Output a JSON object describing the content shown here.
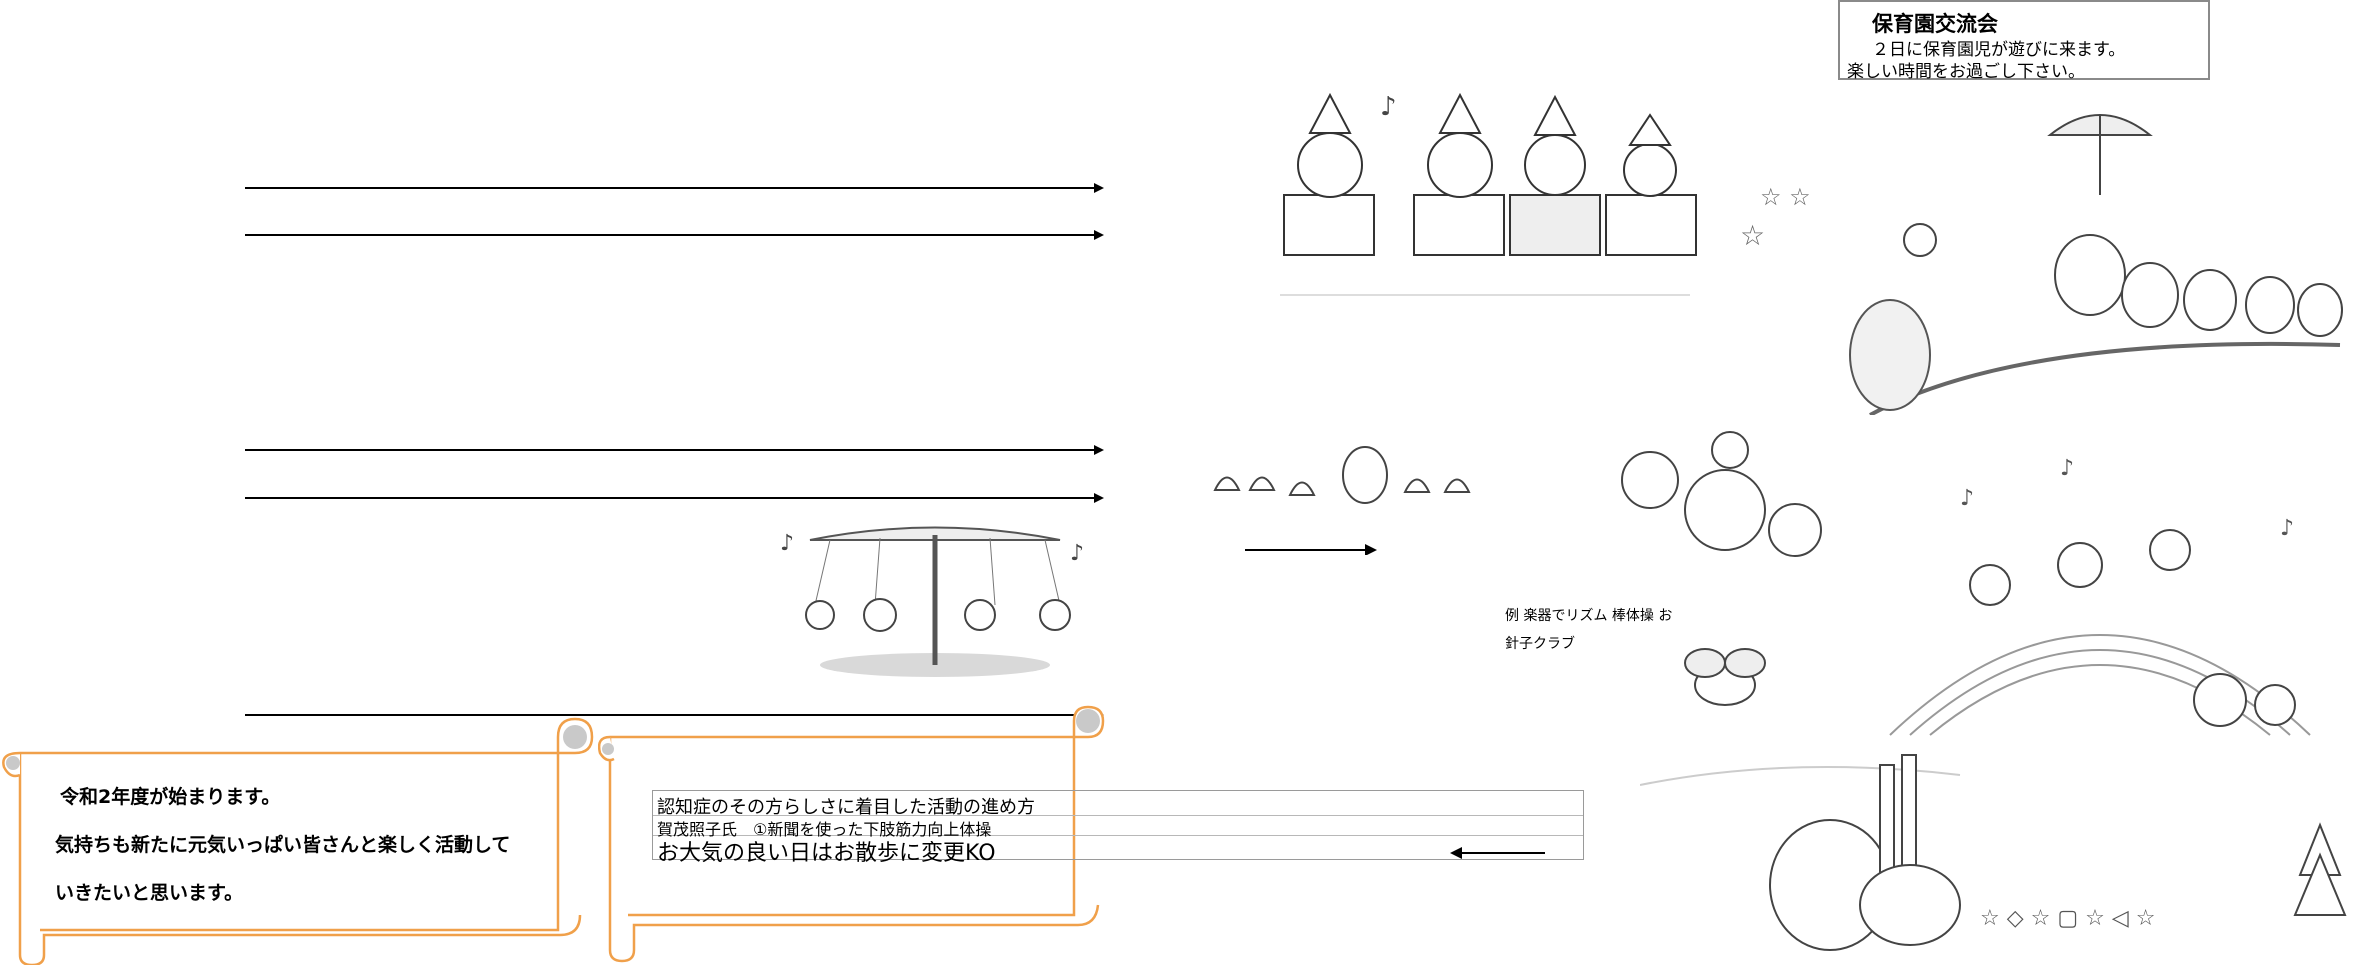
{
  "notice": {
    "title": "保育園交流会",
    "line1": "２日に保育園児が遊びに来ます。",
    "line2": "楽しい時間をお過ごし下さい。"
  },
  "scroll_left": {
    "line1": "令和2年度が始まります。",
    "line2": "気持ちも新たに元気いっぱい皆さんと楽しく活動して",
    "line3": "いきたいと思います。"
  },
  "scroll_right": {
    "rows": [
      "認知症のその方らしさに着目した活動の進め方",
      "賀茂照子氏　①新聞を使った下肢筋力向上体操",
      "お大気の良い日はお散歩に変更KO"
    ]
  },
  "example": {
    "line1": "例 楽器でリズム 棒体操 お",
    "line2": "針子クラブ"
  },
  "colors": {
    "scroll_border": "#f0a04a",
    "scroll_curl": "#c9c9c9",
    "line": "#000000"
  }
}
